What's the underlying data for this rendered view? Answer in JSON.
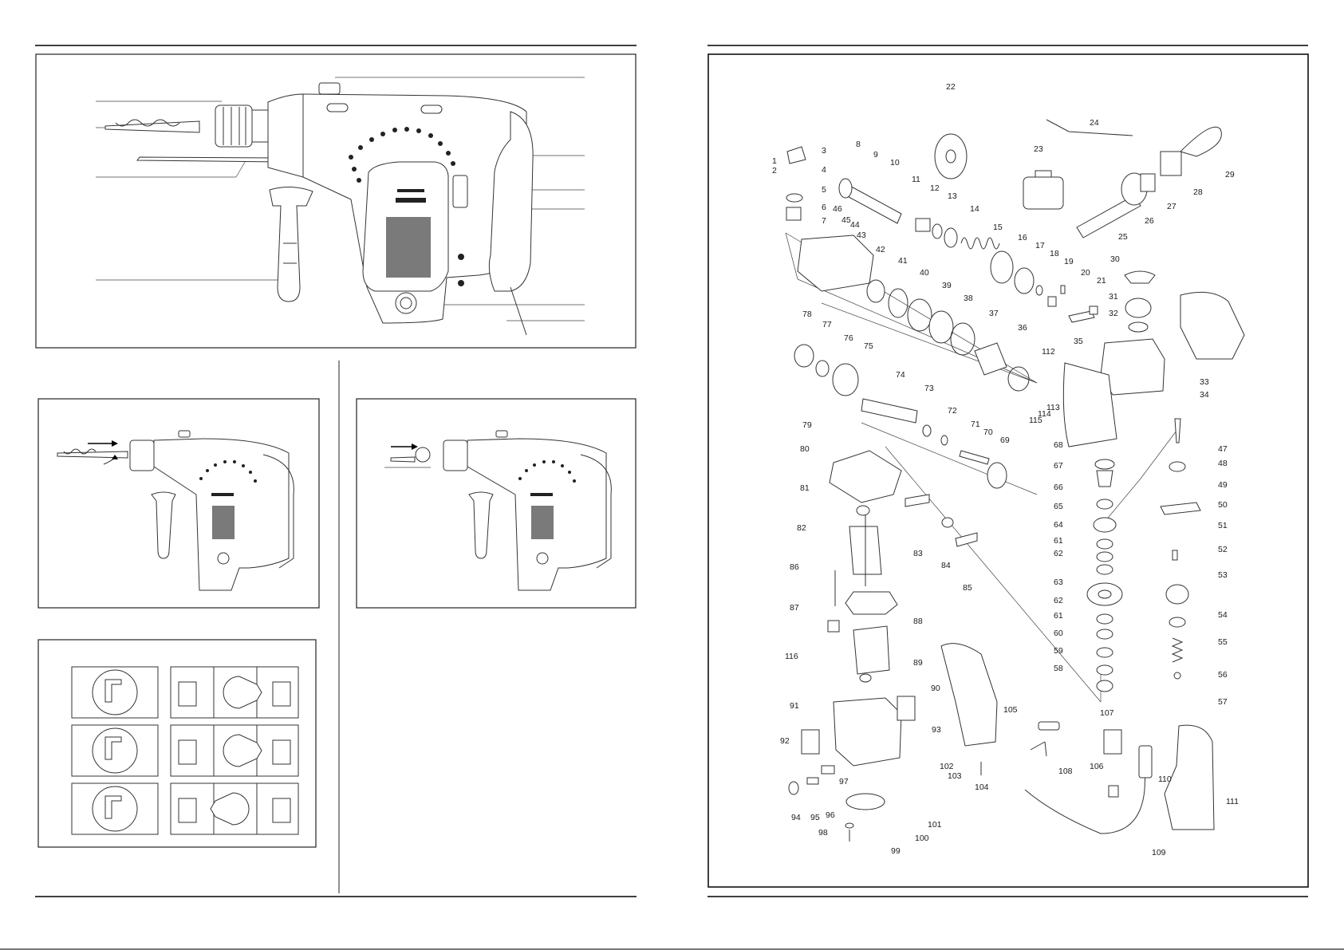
{
  "left_page": {
    "main_figure": {
      "callouts": 9
    },
    "fig_insert_bit": {
      "arrow": "insert-arrow"
    },
    "fig_remove_bit": {
      "arrow": "remove-arrow"
    },
    "mode_selector": {
      "rows": [
        {
          "mode": "hammer",
          "knob_pointer": "right"
        },
        {
          "mode": "hammer-drill",
          "knob_pointer": "right"
        },
        {
          "mode": "drill",
          "knob_pointer": "left"
        }
      ]
    }
  },
  "right_page": {
    "exploded_view": {
      "part_labels": [
        {
          "id": "p1",
          "text": "1"
        },
        {
          "id": "p2",
          "text": "2"
        },
        {
          "id": "p3",
          "text": "3"
        },
        {
          "id": "p4",
          "text": "4"
        },
        {
          "id": "p5",
          "text": "5"
        },
        {
          "id": "p6",
          "text": "6"
        },
        {
          "id": "p7",
          "text": "7"
        },
        {
          "id": "p8",
          "text": "8"
        },
        {
          "id": "p9",
          "text": "9"
        },
        {
          "id": "p10",
          "text": "10"
        },
        {
          "id": "p11",
          "text": "11"
        },
        {
          "id": "p12",
          "text": "12"
        },
        {
          "id": "p13",
          "text": "13"
        },
        {
          "id": "p14",
          "text": "14"
        },
        {
          "id": "p15",
          "text": "15"
        },
        {
          "id": "p16",
          "text": "16"
        },
        {
          "id": "p17",
          "text": "17"
        },
        {
          "id": "p18",
          "text": "18"
        },
        {
          "id": "p19",
          "text": "19"
        },
        {
          "id": "p20",
          "text": "20"
        },
        {
          "id": "p21",
          "text": "21"
        },
        {
          "id": "p22",
          "text": "22"
        },
        {
          "id": "p23",
          "text": "23"
        },
        {
          "id": "p24",
          "text": "24"
        },
        {
          "id": "p25",
          "text": "25"
        },
        {
          "id": "p26",
          "text": "26"
        },
        {
          "id": "p27",
          "text": "27"
        },
        {
          "id": "p28",
          "text": "28"
        },
        {
          "id": "p29",
          "text": "29"
        },
        {
          "id": "p30",
          "text": "30"
        },
        {
          "id": "p31",
          "text": "31"
        },
        {
          "id": "p32",
          "text": "32"
        },
        {
          "id": "p33",
          "text": "33"
        },
        {
          "id": "p34",
          "text": "34"
        },
        {
          "id": "p35",
          "text": "35"
        },
        {
          "id": "p36",
          "text": "36"
        },
        {
          "id": "p37",
          "text": "37"
        },
        {
          "id": "p38",
          "text": "38"
        },
        {
          "id": "p39",
          "text": "39"
        },
        {
          "id": "p40",
          "text": "40"
        },
        {
          "id": "p41",
          "text": "41"
        },
        {
          "id": "p42",
          "text": "42"
        },
        {
          "id": "p43",
          "text": "43"
        },
        {
          "id": "p44",
          "text": "44"
        },
        {
          "id": "p45",
          "text": "45"
        },
        {
          "id": "p46",
          "text": "46"
        },
        {
          "id": "p47",
          "text": "47"
        },
        {
          "id": "p48",
          "text": "48"
        },
        {
          "id": "p49",
          "text": "49"
        },
        {
          "id": "p50",
          "text": "50"
        },
        {
          "id": "p51",
          "text": "51"
        },
        {
          "id": "p52",
          "text": "52"
        },
        {
          "id": "p53",
          "text": "53"
        },
        {
          "id": "p54",
          "text": "54"
        },
        {
          "id": "p55",
          "text": "55"
        },
        {
          "id": "p56",
          "text": "56"
        },
        {
          "id": "p57",
          "text": "57"
        },
        {
          "id": "p58",
          "text": "58"
        },
        {
          "id": "p59",
          "text": "59"
        },
        {
          "id": "p60",
          "text": "60"
        },
        {
          "id": "p61a",
          "text": "61"
        },
        {
          "id": "p62a",
          "text": "62"
        },
        {
          "id": "p63",
          "text": "63"
        },
        {
          "id": "p62b",
          "text": "62"
        },
        {
          "id": "p61b",
          "text": "61"
        },
        {
          "id": "p64",
          "text": "64"
        },
        {
          "id": "p65",
          "text": "65"
        },
        {
          "id": "p66",
          "text": "66"
        },
        {
          "id": "p67",
          "text": "67"
        },
        {
          "id": "p68",
          "text": "68"
        },
        {
          "id": "p69",
          "text": "69"
        },
        {
          "id": "p70",
          "text": "70"
        },
        {
          "id": "p71",
          "text": "71"
        },
        {
          "id": "p72",
          "text": "72"
        },
        {
          "id": "p73",
          "text": "73"
        },
        {
          "id": "p74",
          "text": "74"
        },
        {
          "id": "p75",
          "text": "75"
        },
        {
          "id": "p76",
          "text": "76"
        },
        {
          "id": "p77",
          "text": "77"
        },
        {
          "id": "p78",
          "text": "78"
        },
        {
          "id": "p79",
          "text": "79"
        },
        {
          "id": "p80",
          "text": "80"
        },
        {
          "id": "p81",
          "text": "81"
        },
        {
          "id": "p82",
          "text": "82"
        },
        {
          "id": "p83",
          "text": "83"
        },
        {
          "id": "p84",
          "text": "84"
        },
        {
          "id": "p85",
          "text": "85"
        },
        {
          "id": "p86",
          "text": "86"
        },
        {
          "id": "p87",
          "text": "87"
        },
        {
          "id": "p88",
          "text": "88"
        },
        {
          "id": "p89",
          "text": "89"
        },
        {
          "id": "p90",
          "text": "90"
        },
        {
          "id": "p91",
          "text": "91"
        },
        {
          "id": "p92",
          "text": "92"
        },
        {
          "id": "p93",
          "text": "93"
        },
        {
          "id": "p94",
          "text": "94"
        },
        {
          "id": "p95",
          "text": "95"
        },
        {
          "id": "p96",
          "text": "96"
        },
        {
          "id": "p97",
          "text": "97"
        },
        {
          "id": "p98",
          "text": "98"
        },
        {
          "id": "p99",
          "text": "99"
        },
        {
          "id": "p100",
          "text": "100"
        },
        {
          "id": "p101",
          "text": "101"
        },
        {
          "id": "p102",
          "text": "102"
        },
        {
          "id": "p103",
          "text": "103"
        },
        {
          "id": "p104",
          "text": "104"
        },
        {
          "id": "p105",
          "text": "105"
        },
        {
          "id": "p106",
          "text": "106"
        },
        {
          "id": "p107",
          "text": "107"
        },
        {
          "id": "p108",
          "text": "108"
        },
        {
          "id": "p109",
          "text": "109"
        },
        {
          "id": "p110",
          "text": "110"
        },
        {
          "id": "p111",
          "text": "111"
        },
        {
          "id": "p112",
          "text": "112"
        },
        {
          "id": "p113",
          "text": "113"
        },
        {
          "id": "p114",
          "text": "114"
        },
        {
          "id": "p115",
          "text": "115"
        },
        {
          "id": "p116",
          "text": "116"
        }
      ]
    }
  }
}
